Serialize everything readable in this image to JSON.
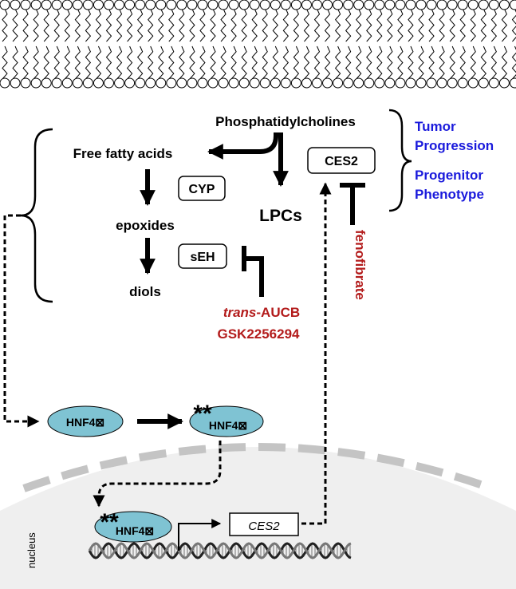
{
  "labels": {
    "phosphatidylcholines": "Phosphatidylcholines",
    "free_fatty_acids": "Free fatty acids",
    "epoxides": "epoxides",
    "diols": "diols",
    "lpcs": "LPCs",
    "cyp": "CYP",
    "seh": "sEH",
    "ces2_protein": "CES2",
    "ces2_gene": "CES2",
    "hnf4a": "HNF4⊠",
    "asterisks": "**",
    "nucleus": "nucleus"
  },
  "outcomes": [
    "Tumor",
    "Progression",
    "Progenitor",
    "Phenotype"
  ],
  "inhibitors": {
    "seh_italic": "trans",
    "seh_rest": "-AUCB",
    "seh_second": "GSK2256294",
    "ces2": "fenofibrate"
  },
  "colors": {
    "outcome_blue": "#1a1adc",
    "inhibitor_red": "#b31b1b",
    "hnf_fill": "#7fc3d3",
    "nucleus_fill": "#efefef",
    "envelope_gray": "#c4c4c4"
  }
}
